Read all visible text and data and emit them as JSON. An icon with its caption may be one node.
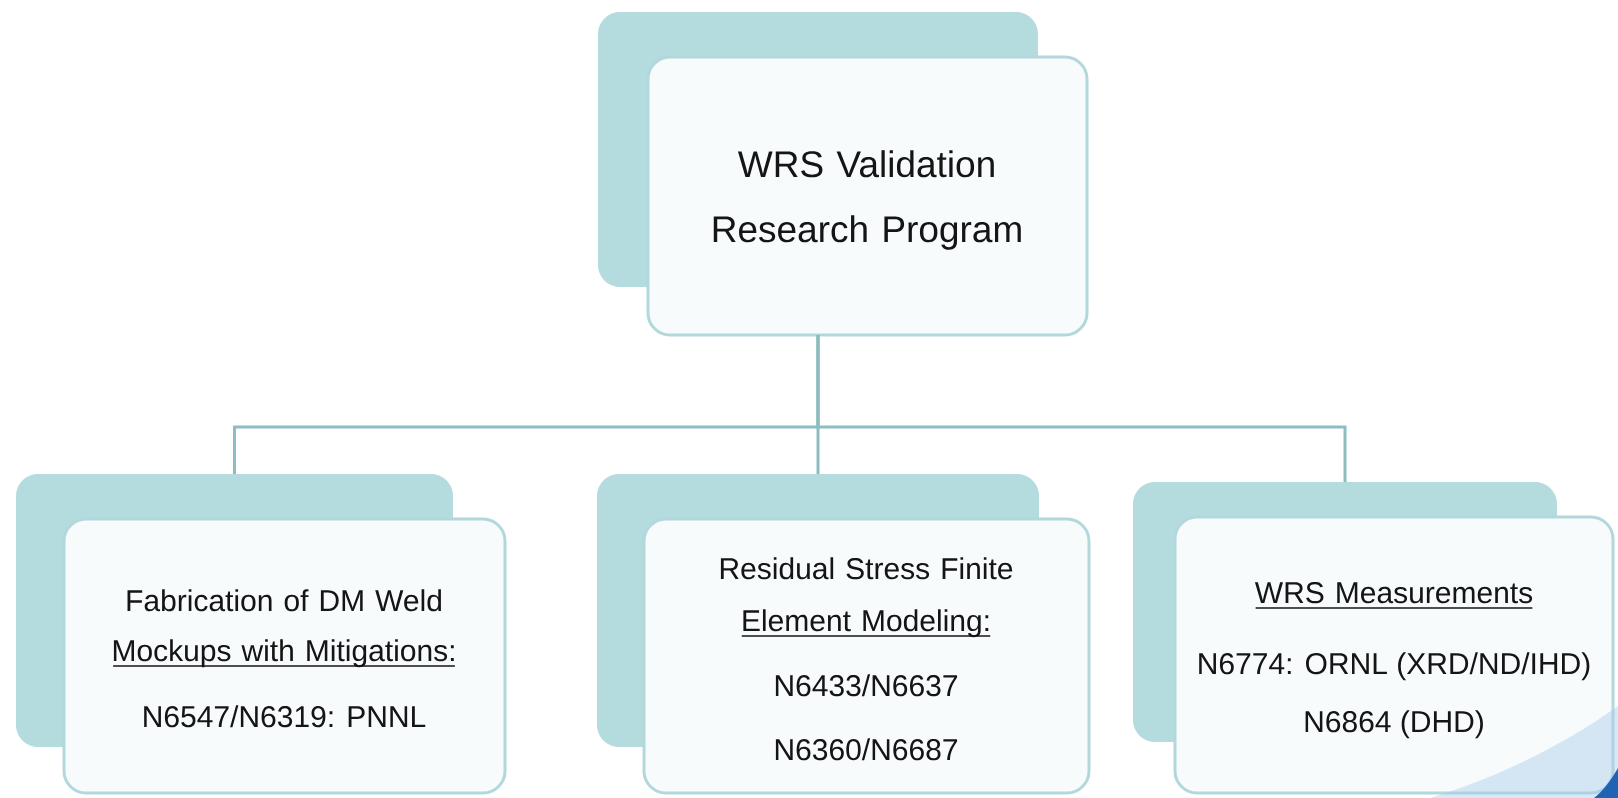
{
  "diagram": {
    "nodes": [
      {
        "text": [
          "WRS Validation Research Program"
        ]
      },
      {
        "text": [
          "Fabrication of DM Weld Mockups with Mitigations:",
          "N6547/N6319: PNNL"
        ]
      },
      {
        "text": [
          "Residual Stress Finite Element Modeling:",
          "N6433/N6637",
          "N6360/N6687"
        ]
      },
      {
        "text": [
          "WRS Measurements",
          "N6774: ORNL (XRD/ND/IHD)",
          "N6864 (DHD)"
        ]
      }
    ],
    "edges": [
      {
        "from": 0,
        "to": 1,
        "arrow": "none"
      },
      {
        "from": 0,
        "to": 2,
        "arrow": "none"
      },
      {
        "from": 0,
        "to": 3,
        "arrow": "none"
      }
    ]
  }
}
